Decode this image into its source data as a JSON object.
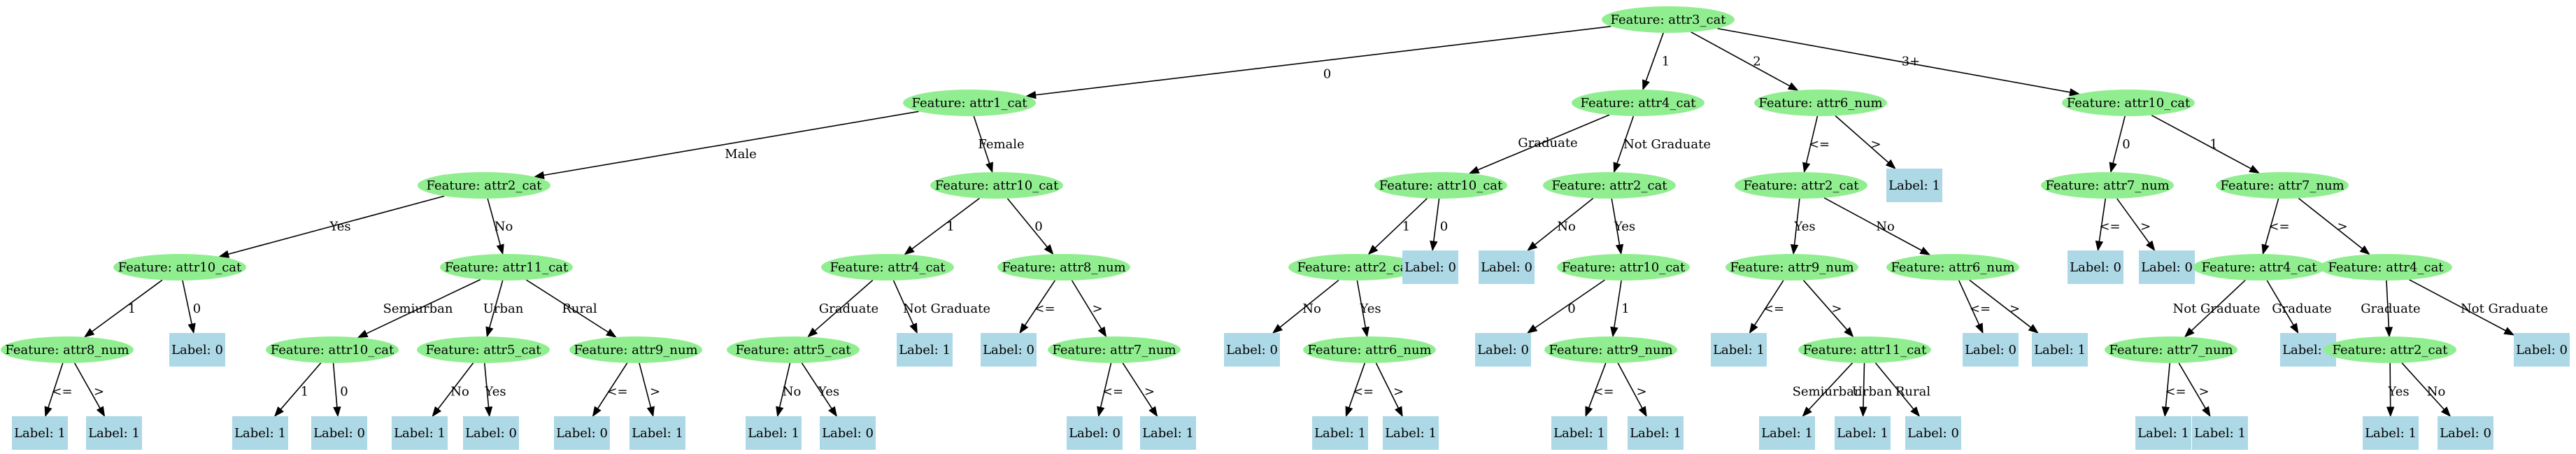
{
  "colors": {
    "feature_fill": "#90ee90",
    "leaf_fill": "#add8e6",
    "edge": "#000000",
    "text": "#000000"
  },
  "nodes": {
    "n1": {
      "kind": "feature",
      "label": "Feature: attr3_cat"
    },
    "n2": {
      "kind": "feature",
      "label": "Feature: attr1_cat"
    },
    "n3": {
      "kind": "feature",
      "label": "Feature: attr2_cat"
    },
    "n4": {
      "kind": "feature",
      "label": "Feature: attr10_cat"
    },
    "n5": {
      "kind": "feature",
      "label": "Feature: attr8_num"
    },
    "n6": {
      "kind": "leaf",
      "label": "Label: 1"
    },
    "n7": {
      "kind": "leaf",
      "label": "Label: 1"
    },
    "n8": {
      "kind": "leaf",
      "label": "Label: 0"
    },
    "n9": {
      "kind": "feature",
      "label": "Feature: attr11_cat"
    },
    "n10": {
      "kind": "feature",
      "label": "Feature: attr10_cat"
    },
    "n11": {
      "kind": "leaf",
      "label": "Label: 1"
    },
    "n12": {
      "kind": "leaf",
      "label": "Label: 0"
    },
    "n13": {
      "kind": "feature",
      "label": "Feature: attr5_cat"
    },
    "n14": {
      "kind": "leaf",
      "label": "Label: 1"
    },
    "n15": {
      "kind": "leaf",
      "label": "Label: 0"
    },
    "n16": {
      "kind": "feature",
      "label": "Feature: attr9_num"
    },
    "n17": {
      "kind": "leaf",
      "label": "Label: 0"
    },
    "n18": {
      "kind": "leaf",
      "label": "Label: 1"
    },
    "n19": {
      "kind": "feature",
      "label": "Feature: attr10_cat"
    },
    "n20": {
      "kind": "feature",
      "label": "Feature: attr4_cat"
    },
    "n21": {
      "kind": "feature",
      "label": "Feature: attr5_cat"
    },
    "n22": {
      "kind": "leaf",
      "label": "Label: 1"
    },
    "n23": {
      "kind": "leaf",
      "label": "Label: 0"
    },
    "n24": {
      "kind": "leaf",
      "label": "Label: 1"
    },
    "n25": {
      "kind": "feature",
      "label": "Feature: attr8_num"
    },
    "n26": {
      "kind": "leaf",
      "label": "Label: 0"
    },
    "n27": {
      "kind": "feature",
      "label": "Feature: attr7_num"
    },
    "n28": {
      "kind": "leaf",
      "label": "Label: 0"
    },
    "n29": {
      "kind": "leaf",
      "label": "Label: 1"
    },
    "n30": {
      "kind": "feature",
      "label": "Feature: attr4_cat"
    },
    "n31": {
      "kind": "feature",
      "label": "Feature: attr10_cat"
    },
    "n32": {
      "kind": "feature",
      "label": "Feature: attr2_cat"
    },
    "n33": {
      "kind": "leaf",
      "label": "Label: 0"
    },
    "n34": {
      "kind": "feature",
      "label": "Feature: attr6_num"
    },
    "n35": {
      "kind": "leaf",
      "label": "Label: 1"
    },
    "n36": {
      "kind": "leaf",
      "label": "Label: 1"
    },
    "n37": {
      "kind": "leaf",
      "label": "Label: 0"
    },
    "n38": {
      "kind": "feature",
      "label": "Feature: attr2_cat"
    },
    "n39": {
      "kind": "leaf",
      "label": "Label: 0"
    },
    "n40": {
      "kind": "feature",
      "label": "Feature: attr10_cat"
    },
    "n41": {
      "kind": "leaf",
      "label": "Label: 0"
    },
    "n42": {
      "kind": "feature",
      "label": "Feature: attr9_num"
    },
    "n43": {
      "kind": "leaf",
      "label": "Label: 1"
    },
    "n44": {
      "kind": "leaf",
      "label": "Label: 1"
    },
    "n45": {
      "kind": "feature",
      "label": "Feature: attr6_num"
    },
    "n46": {
      "kind": "feature",
      "label": "Feature: attr2_cat"
    },
    "n47": {
      "kind": "feature",
      "label": "Feature: attr9_num"
    },
    "n48": {
      "kind": "leaf",
      "label": "Label: 1"
    },
    "n49": {
      "kind": "feature",
      "label": "Feature: attr11_cat"
    },
    "n50": {
      "kind": "leaf",
      "label": "Label: 1"
    },
    "n51": {
      "kind": "leaf",
      "label": "Label: 1"
    },
    "n52": {
      "kind": "leaf",
      "label": "Label: 0"
    },
    "n53": {
      "kind": "feature",
      "label": "Feature: attr6_num"
    },
    "n54": {
      "kind": "leaf",
      "label": "Label: 0"
    },
    "n55": {
      "kind": "leaf",
      "label": "Label: 1"
    },
    "n56": {
      "kind": "leaf",
      "label": "Label: 1"
    },
    "n57": {
      "kind": "feature",
      "label": "Feature: attr10_cat"
    },
    "n58": {
      "kind": "feature",
      "label": "Feature: attr7_num"
    },
    "n59": {
      "kind": "leaf",
      "label": "Label: 0"
    },
    "n60": {
      "kind": "leaf",
      "label": "Label: 0"
    },
    "n61": {
      "kind": "feature",
      "label": "Feature: attr7_num"
    },
    "n62": {
      "kind": "feature",
      "label": "Feature: attr4_cat"
    },
    "n63": {
      "kind": "feature",
      "label": "Feature: attr7_num"
    },
    "n64": {
      "kind": "leaf",
      "label": "Label: 1"
    },
    "n65": {
      "kind": "leaf",
      "label": "Label: 1"
    },
    "n66": {
      "kind": "leaf",
      "label": "Label: 1"
    },
    "n67": {
      "kind": "feature",
      "label": "Feature: attr4_cat"
    },
    "n68": {
      "kind": "feature",
      "label": "Feature: attr2_cat"
    },
    "n69": {
      "kind": "leaf",
      "label": "Label: 1"
    },
    "n70": {
      "kind": "leaf",
      "label": "Label: 0"
    },
    "n71": {
      "kind": "leaf",
      "label": "Label: 0"
    }
  },
  "edges": [
    {
      "id": "e2",
      "from": "n1",
      "to": "n2",
      "label": "0"
    },
    {
      "id": "e30",
      "from": "n1",
      "to": "n30",
      "label": "1"
    },
    {
      "id": "e45",
      "from": "n1",
      "to": "n45",
      "label": "2"
    },
    {
      "id": "e57",
      "from": "n1",
      "to": "n57",
      "label": "3+"
    },
    {
      "id": "e3",
      "from": "n2",
      "to": "n3",
      "label": "Male"
    },
    {
      "id": "e19",
      "from": "n2",
      "to": "n19",
      "label": "Female"
    },
    {
      "id": "e4",
      "from": "n3",
      "to": "n4",
      "label": "Yes"
    },
    {
      "id": "e9",
      "from": "n3",
      "to": "n9",
      "label": "No"
    },
    {
      "id": "e5",
      "from": "n4",
      "to": "n5",
      "label": "1"
    },
    {
      "id": "e8",
      "from": "n4",
      "to": "n8",
      "label": "0"
    },
    {
      "id": "e6",
      "from": "n5",
      "to": "n6",
      "label": "<="
    },
    {
      "id": "e7",
      "from": "n5",
      "to": "n7",
      "label": ">"
    },
    {
      "id": "e10",
      "from": "n9",
      "to": "n10",
      "label": "Semiurban"
    },
    {
      "id": "e13",
      "from": "n9",
      "to": "n13",
      "label": "Urban"
    },
    {
      "id": "e16",
      "from": "n9",
      "to": "n16",
      "label": "Rural"
    },
    {
      "id": "e11",
      "from": "n10",
      "to": "n11",
      "label": "1"
    },
    {
      "id": "e12",
      "from": "n10",
      "to": "n12",
      "label": "0"
    },
    {
      "id": "e14",
      "from": "n13",
      "to": "n14",
      "label": "No"
    },
    {
      "id": "e15",
      "from": "n13",
      "to": "n15",
      "label": "Yes"
    },
    {
      "id": "e17",
      "from": "n16",
      "to": "n17",
      "label": "<="
    },
    {
      "id": "e18",
      "from": "n16",
      "to": "n18",
      "label": ">"
    },
    {
      "id": "e20",
      "from": "n19",
      "to": "n20",
      "label": "1"
    },
    {
      "id": "e25",
      "from": "n19",
      "to": "n25",
      "label": "0"
    },
    {
      "id": "e21",
      "from": "n20",
      "to": "n21",
      "label": "Graduate"
    },
    {
      "id": "e24",
      "from": "n20",
      "to": "n24",
      "label": "Not Graduate"
    },
    {
      "id": "e22",
      "from": "n21",
      "to": "n22",
      "label": "No"
    },
    {
      "id": "e23",
      "from": "n21",
      "to": "n23",
      "label": "Yes"
    },
    {
      "id": "e26",
      "from": "n25",
      "to": "n26",
      "label": "<="
    },
    {
      "id": "e27",
      "from": "n25",
      "to": "n27",
      "label": ">"
    },
    {
      "id": "e28",
      "from": "n27",
      "to": "n28",
      "label": "<="
    },
    {
      "id": "e29",
      "from": "n27",
      "to": "n29",
      "label": ">"
    },
    {
      "id": "e31",
      "from": "n30",
      "to": "n31",
      "label": "Graduate"
    },
    {
      "id": "e38",
      "from": "n30",
      "to": "n38",
      "label": "Not Graduate"
    },
    {
      "id": "e32",
      "from": "n31",
      "to": "n32",
      "label": "1"
    },
    {
      "id": "e37",
      "from": "n31",
      "to": "n37",
      "label": "0"
    },
    {
      "id": "e33",
      "from": "n32",
      "to": "n33",
      "label": "No"
    },
    {
      "id": "e34",
      "from": "n32",
      "to": "n34",
      "label": "Yes"
    },
    {
      "id": "e35",
      "from": "n34",
      "to": "n35",
      "label": "<="
    },
    {
      "id": "e36",
      "from": "n34",
      "to": "n36",
      "label": ">"
    },
    {
      "id": "e39",
      "from": "n38",
      "to": "n39",
      "label": "No"
    },
    {
      "id": "e40",
      "from": "n38",
      "to": "n40",
      "label": "Yes"
    },
    {
      "id": "e41",
      "from": "n40",
      "to": "n41",
      "label": "0"
    },
    {
      "id": "e42",
      "from": "n40",
      "to": "n42",
      "label": "1"
    },
    {
      "id": "e43",
      "from": "n42",
      "to": "n43",
      "label": "<="
    },
    {
      "id": "e44",
      "from": "n42",
      "to": "n44",
      "label": ">"
    },
    {
      "id": "e46",
      "from": "n45",
      "to": "n46",
      "label": "<="
    },
    {
      "id": "e56",
      "from": "n45",
      "to": "n56",
      "label": ">"
    },
    {
      "id": "e47",
      "from": "n46",
      "to": "n47",
      "label": "Yes"
    },
    {
      "id": "e53",
      "from": "n46",
      "to": "n53",
      "label": "No"
    },
    {
      "id": "e48",
      "from": "n47",
      "to": "n48",
      "label": "<="
    },
    {
      "id": "e49",
      "from": "n47",
      "to": "n49",
      "label": ">"
    },
    {
      "id": "e50",
      "from": "n49",
      "to": "n50",
      "label": "Semiurban"
    },
    {
      "id": "e51",
      "from": "n49",
      "to": "n51",
      "label": "Urban"
    },
    {
      "id": "e52",
      "from": "n49",
      "to": "n52",
      "label": "Rural"
    },
    {
      "id": "e54",
      "from": "n53",
      "to": "n54",
      "label": "<="
    },
    {
      "id": "e55",
      "from": "n53",
      "to": "n55",
      "label": ">"
    },
    {
      "id": "e58",
      "from": "n57",
      "to": "n58",
      "label": "0"
    },
    {
      "id": "e61",
      "from": "n57",
      "to": "n61",
      "label": "1"
    },
    {
      "id": "e59",
      "from": "n58",
      "to": "n59",
      "label": "<="
    },
    {
      "id": "e60",
      "from": "n58",
      "to": "n60",
      "label": ">"
    },
    {
      "id": "e62",
      "from": "n61",
      "to": "n62",
      "label": "<="
    },
    {
      "id": "e67",
      "from": "n61",
      "to": "n67",
      "label": ">"
    },
    {
      "id": "e63",
      "from": "n62",
      "to": "n63",
      "label": "Not Graduate"
    },
    {
      "id": "e66",
      "from": "n62",
      "to": "n66",
      "label": "Graduate"
    },
    {
      "id": "e64",
      "from": "n63",
      "to": "n64",
      "label": "<="
    },
    {
      "id": "e65",
      "from": "n63",
      "to": "n65",
      "label": ">"
    },
    {
      "id": "e68",
      "from": "n67",
      "to": "n68",
      "label": "Graduate"
    },
    {
      "id": "e71",
      "from": "n67",
      "to": "n71",
      "label": "Not Graduate"
    },
    {
      "id": "e69",
      "from": "n68",
      "to": "n69",
      "label": "Yes"
    },
    {
      "id": "e70",
      "from": "n68",
      "to": "n70",
      "label": "No"
    }
  ]
}
